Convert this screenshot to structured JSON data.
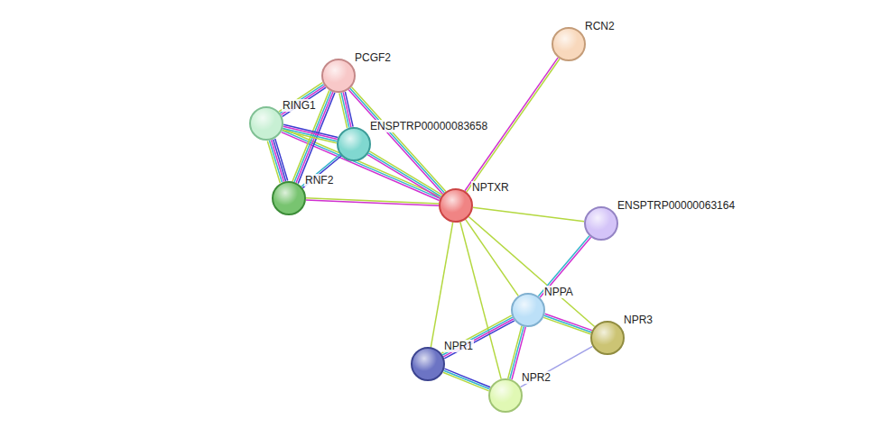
{
  "diagram": {
    "nodes": [
      {
        "text": [
          "RCN2"
        ]
      },
      {
        "text": [
          "PCGF2"
        ]
      },
      {
        "text": [
          "RING1"
        ]
      },
      {
        "text": [
          "ENSPTRP00000083658"
        ]
      },
      {
        "text": [
          "RNF2"
        ]
      },
      {
        "text": [
          "NPTXR"
        ]
      },
      {
        "text": [
          "ENSPTRP00000063164"
        ]
      },
      {
        "text": [
          "NPPA"
        ]
      },
      {
        "text": [
          "NPR3"
        ]
      },
      {
        "text": [
          "NPR1"
        ]
      },
      {
        "text": [
          "NPR2"
        ]
      }
    ],
    "edges": [
      {
        "from": 5,
        "to": 0,
        "arrow": "none"
      },
      {
        "from": 5,
        "to": 1,
        "arrow": "none"
      },
      {
        "from": 5,
        "to": 2,
        "arrow": "none"
      },
      {
        "from": 5,
        "to": 3,
        "arrow": "none"
      },
      {
        "from": 5,
        "to": 4,
        "arrow": "none"
      },
      {
        "from": 5,
        "to": 6,
        "arrow": "none"
      },
      {
        "from": 5,
        "to": 7,
        "arrow": "none"
      },
      {
        "from": 5,
        "to": 8,
        "arrow": "none"
      },
      {
        "from": 5,
        "to": 9,
        "arrow": "none"
      },
      {
        "from": 5,
        "to": 10,
        "arrow": "none"
      },
      {
        "from": 1,
        "to": 2,
        "arrow": "none"
      },
      {
        "from": 1,
        "to": 3,
        "arrow": "none"
      },
      {
        "from": 1,
        "to": 4,
        "arrow": "none"
      },
      {
        "from": 2,
        "to": 3,
        "arrow": "none"
      },
      {
        "from": 2,
        "to": 4,
        "arrow": "none"
      },
      {
        "from": 3,
        "to": 4,
        "arrow": "none"
      },
      {
        "from": 6,
        "to": 7,
        "arrow": "none"
      },
      {
        "from": 7,
        "to": 9,
        "arrow": "none"
      },
      {
        "from": 7,
        "to": 10,
        "arrow": "none"
      },
      {
        "from": 7,
        "to": 8,
        "arrow": "none"
      },
      {
        "from": 9,
        "to": 10,
        "arrow": "none"
      },
      {
        "from": 10,
        "to": 8,
        "arrow": "none"
      }
    ]
  }
}
